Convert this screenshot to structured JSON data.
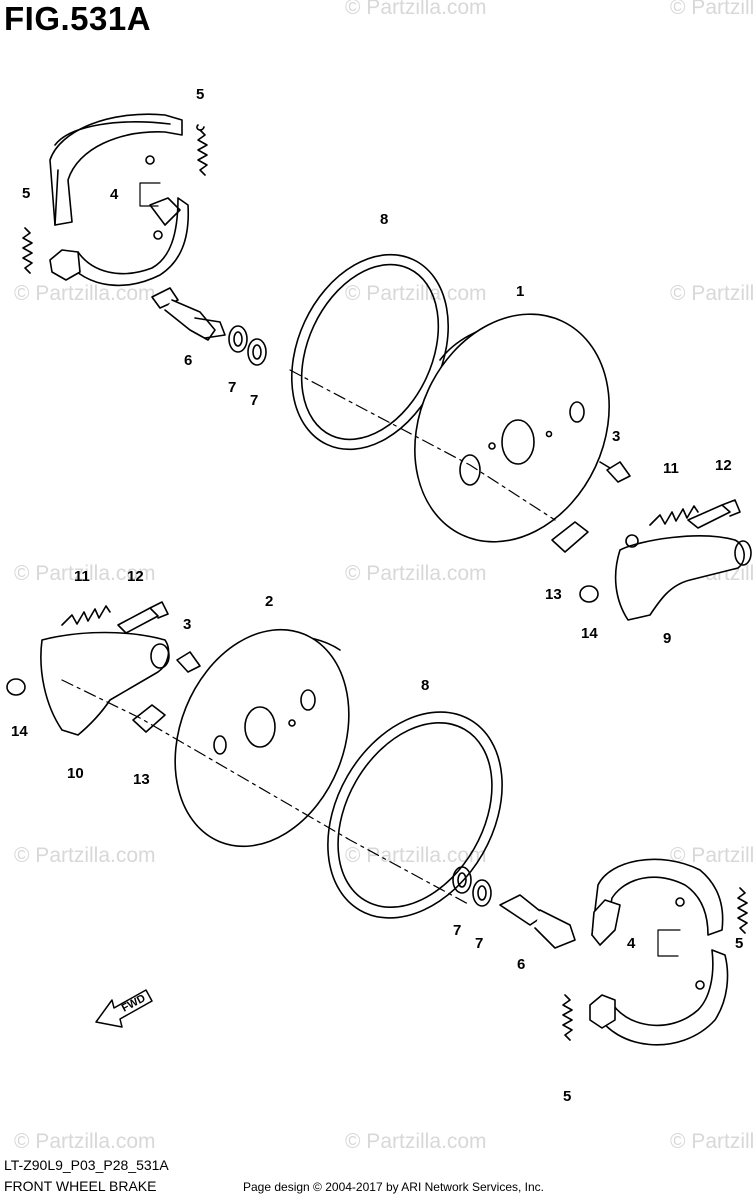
{
  "figure_title": "FIG.531A",
  "diagram_title": "FRONT WHEEL BRAKE",
  "model_code": "LT-Z90L9_P03_P28_531A",
  "credit": "Page design © 2004-2017 by ARI Network Services, Inc.",
  "watermark": "© Partzilla.com",
  "fwd_label": "FWD",
  "callouts": [
    "5",
    "4",
    "5",
    "8",
    "1",
    "6",
    "7",
    "7",
    "3",
    "11",
    "12",
    "11",
    "12",
    "13",
    "14",
    "9",
    "3",
    "2",
    "14",
    "10",
    "13",
    "8",
    "4",
    "5",
    "7",
    "7",
    "6",
    "5"
  ]
}
